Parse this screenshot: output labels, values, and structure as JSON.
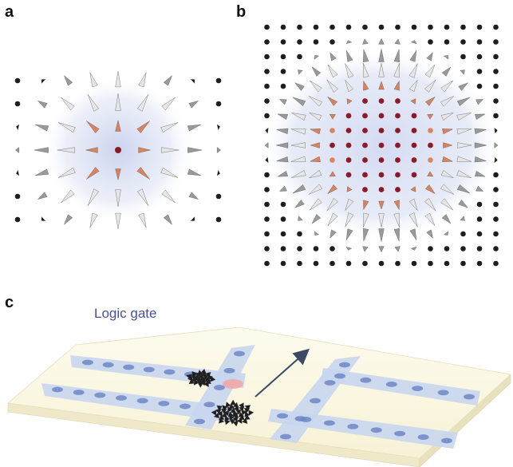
{
  "panels": {
    "a": {
      "label": "a"
    },
    "b": {
      "label": "b"
    },
    "c": {
      "label": "c",
      "title": "Logic gate"
    }
  },
  "colors": {
    "core": "#8b1a2a",
    "warm": "#d9835f",
    "light": "#e6e6e6",
    "mid": "#9a9a9a",
    "dark": "#1e1e1e",
    "halo": "#c9d2ee",
    "slab_top": "#fbf8e4",
    "slab_side": "#efe9c9",
    "track": "#c8d6ee",
    "track_dot": "#6f86c4",
    "hotspot": "#f2a5a5",
    "arrow": "#3a4a66"
  },
  "icons": [
    "cone-arrow",
    "arrow-icon"
  ]
}
